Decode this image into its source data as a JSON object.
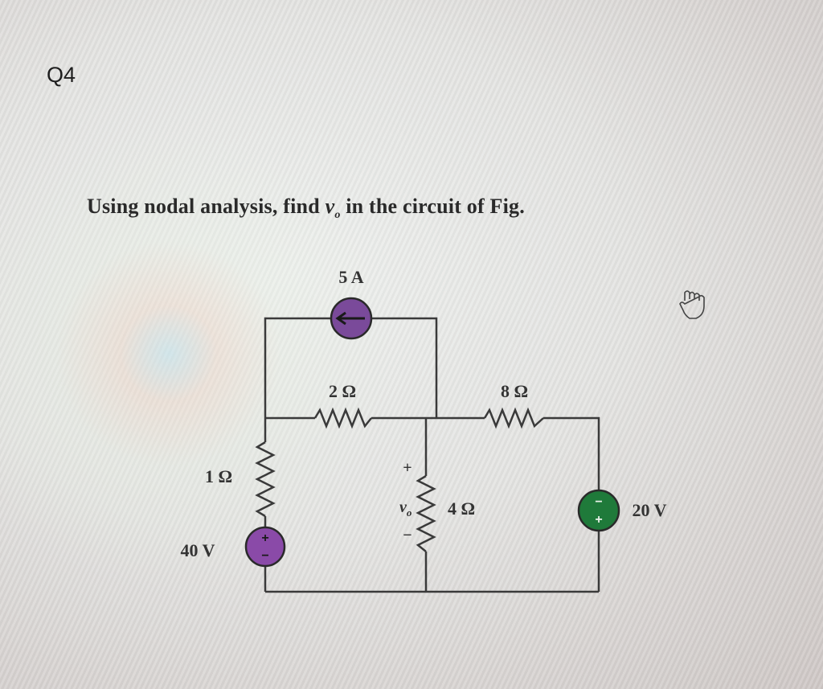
{
  "question": {
    "number": "Q4",
    "text_before": "Using nodal analysis, find ",
    "variable": "v",
    "variable_sub": "o",
    "text_after": " in the circuit of Fig."
  },
  "circuit": {
    "current_source_label": "5 A",
    "r_top_left_label": "2 Ω",
    "r_top_right_label": "8 Ω",
    "r_left_label": "1 Ω",
    "r_middle_label": "4 Ω",
    "vsource_left_label": "40 V",
    "vsource_right_label": "20 V",
    "vo_plus": "+",
    "vo_label": "v",
    "vo_sub": "o",
    "vo_minus": "−",
    "colors": {
      "wire": "#3a3a3a",
      "current_source": "#7a4a9a",
      "voltage_source_left": "#8a4aa8",
      "voltage_source_right": "#1f7a3a"
    }
  }
}
